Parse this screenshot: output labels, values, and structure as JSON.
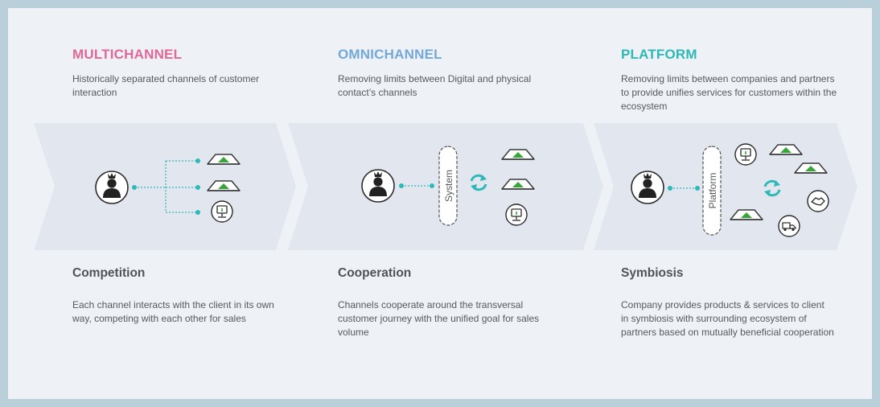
{
  "columns": [
    {
      "title": "MULTICHANNEL",
      "title_color": "#e0689a",
      "description": "Historically separated channels of customer interaction",
      "subtitle": "Competition",
      "text": "Each channel interacts with the client in its own way, competing with each other for sales"
    },
    {
      "title": "OMNICHANNEL",
      "title_color": "#74a9d6",
      "description": "Removing limits between Digital and physical contact’s channels",
      "subtitle": "Cooperation",
      "text": "Channels cooperate around the transversal customer journey with the unified goal for sales volume"
    },
    {
      "title": "PLATFORM",
      "title_color": "#2eb8b8",
      "description": "Removing limits between companies and partners to provide unifies services for customers within the ecosystem",
      "subtitle": "Symbiosis",
      "text": "Company provides products & services to client in symbiosis with surrounding ecosystem of partners  based on mutually beneficial cooperation"
    }
  ],
  "diagram": {
    "system_label": "System",
    "platform_label": "Platform"
  },
  "colors": {
    "accent": "#2eb8b8",
    "arrow_band": "#e2e7ef",
    "icon_outline": "#3a3a3a"
  }
}
